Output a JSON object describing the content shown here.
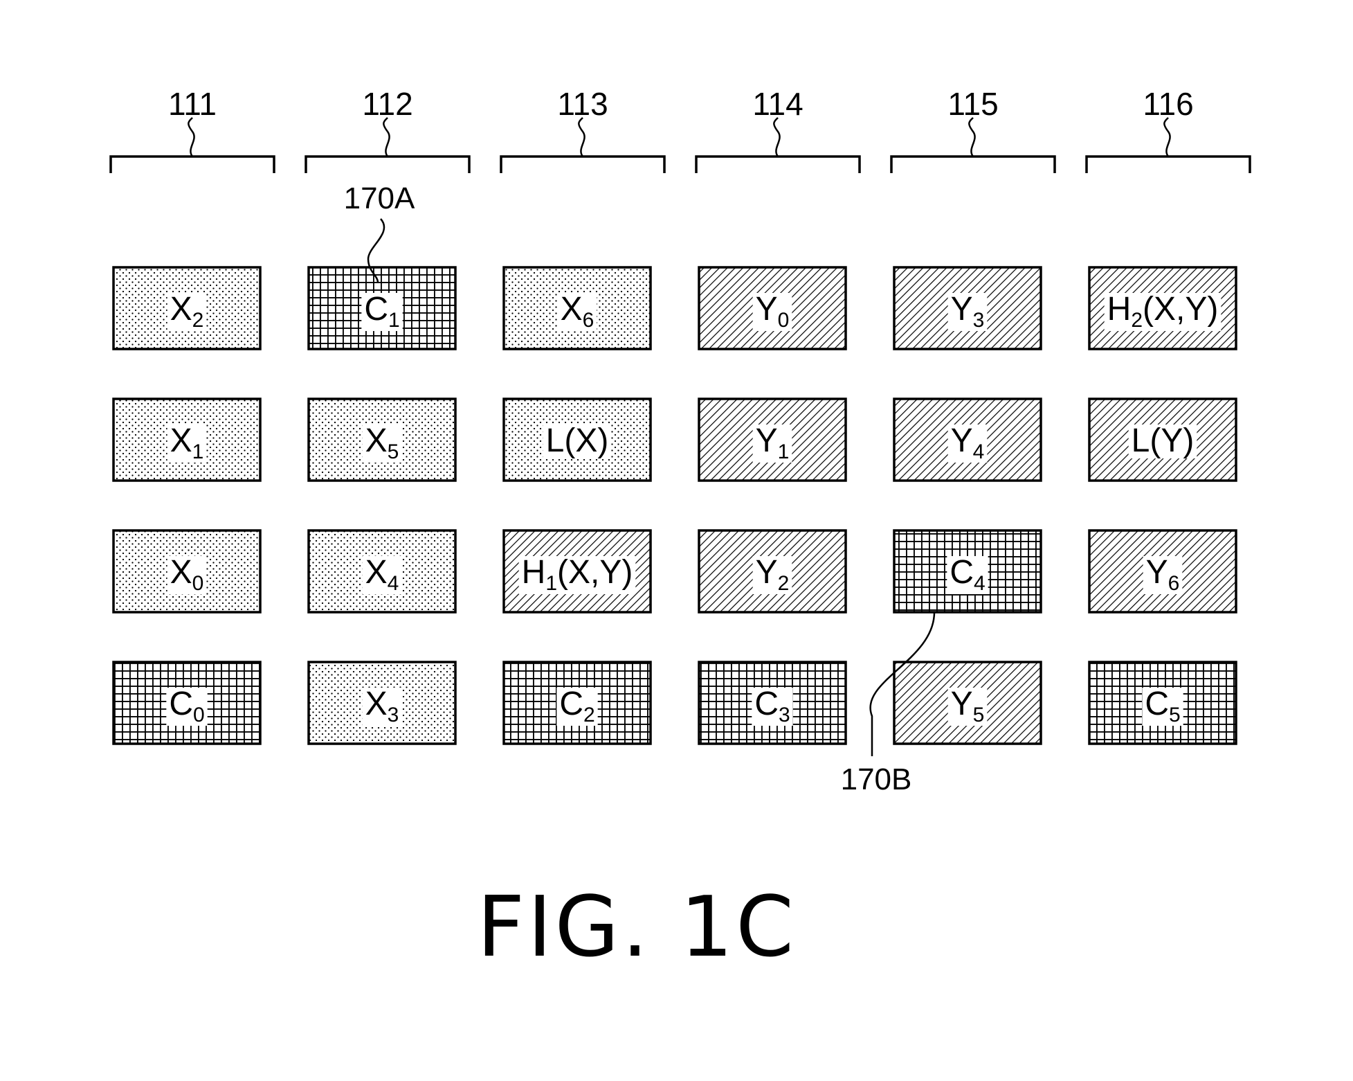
{
  "figure": {
    "caption": "FIG. 1C",
    "drives": [
      {
        "label": "111",
        "column": 0
      },
      {
        "label": "112",
        "column": 1
      },
      {
        "label": "113",
        "column": 2
      },
      {
        "label": "114",
        "column": 3
      },
      {
        "label": "115",
        "column": 4
      },
      {
        "label": "116",
        "column": 5
      }
    ],
    "blocks": [
      {
        "id": "b-0-0",
        "column": 0,
        "row": 0,
        "base": "X",
        "sub": "2",
        "rest": "",
        "pattern": "dots"
      },
      {
        "id": "b-1-0",
        "column": 1,
        "row": 0,
        "base": "C",
        "sub": "1",
        "rest": "",
        "pattern": "grid"
      },
      {
        "id": "b-2-0",
        "column": 2,
        "row": 0,
        "base": "X",
        "sub": "6",
        "rest": "",
        "pattern": "dots"
      },
      {
        "id": "b-3-0",
        "column": 3,
        "row": 0,
        "base": "Y",
        "sub": "0",
        "rest": "",
        "pattern": "diag"
      },
      {
        "id": "b-4-0",
        "column": 4,
        "row": 0,
        "base": "Y",
        "sub": "3",
        "rest": "",
        "pattern": "diag"
      },
      {
        "id": "b-5-0",
        "column": 5,
        "row": 0,
        "base": "H",
        "sub": "2",
        "rest": "(X,Y)",
        "pattern": "diag"
      },
      {
        "id": "b-0-1",
        "column": 0,
        "row": 1,
        "base": "X",
        "sub": "1",
        "rest": "",
        "pattern": "dots"
      },
      {
        "id": "b-1-1",
        "column": 1,
        "row": 1,
        "base": "X",
        "sub": "5",
        "rest": "",
        "pattern": "dots"
      },
      {
        "id": "b-2-1",
        "column": 2,
        "row": 1,
        "base": "L(X)",
        "sub": "",
        "rest": "",
        "pattern": "dots"
      },
      {
        "id": "b-3-1",
        "column": 3,
        "row": 1,
        "base": "Y",
        "sub": "1",
        "rest": "",
        "pattern": "diag"
      },
      {
        "id": "b-4-1",
        "column": 4,
        "row": 1,
        "base": "Y",
        "sub": "4",
        "rest": "",
        "pattern": "diag"
      },
      {
        "id": "b-5-1",
        "column": 5,
        "row": 1,
        "base": "L(Y)",
        "sub": "",
        "rest": "",
        "pattern": "diag"
      },
      {
        "id": "b-0-2",
        "column": 0,
        "row": 2,
        "base": "X",
        "sub": "0",
        "rest": "",
        "pattern": "dots"
      },
      {
        "id": "b-1-2",
        "column": 1,
        "row": 2,
        "base": "X",
        "sub": "4",
        "rest": "",
        "pattern": "dots"
      },
      {
        "id": "b-2-2",
        "column": 2,
        "row": 2,
        "base": "H",
        "sub": "1",
        "rest": "(X,Y)",
        "pattern": "diag"
      },
      {
        "id": "b-3-2",
        "column": 3,
        "row": 2,
        "base": "Y",
        "sub": "2",
        "rest": "",
        "pattern": "diag"
      },
      {
        "id": "b-4-2",
        "column": 4,
        "row": 2,
        "base": "C",
        "sub": "4",
        "rest": "",
        "pattern": "grid"
      },
      {
        "id": "b-5-2",
        "column": 5,
        "row": 2,
        "base": "Y",
        "sub": "6",
        "rest": "",
        "pattern": "diag"
      },
      {
        "id": "b-0-3",
        "column": 0,
        "row": 3,
        "base": "C",
        "sub": "0",
        "rest": "",
        "pattern": "grid"
      },
      {
        "id": "b-1-3",
        "column": 1,
        "row": 3,
        "base": "X",
        "sub": "3",
        "rest": "",
        "pattern": "dots"
      },
      {
        "id": "b-2-3",
        "column": 2,
        "row": 3,
        "base": "C",
        "sub": "2",
        "rest": "",
        "pattern": "grid"
      },
      {
        "id": "b-3-3",
        "column": 3,
        "row": 3,
        "base": "C",
        "sub": "3",
        "rest": "",
        "pattern": "grid"
      },
      {
        "id": "b-4-3",
        "column": 4,
        "row": 3,
        "base": "Y",
        "sub": "5",
        "rest": "",
        "pattern": "diag"
      },
      {
        "id": "b-5-3",
        "column": 5,
        "row": 3,
        "base": "C",
        "sub": "5",
        "rest": "",
        "pattern": "grid"
      }
    ],
    "callouts": [
      {
        "id": "170A",
        "label": "170A",
        "target_block": "b-1-0"
      },
      {
        "id": "170B",
        "label": "170B",
        "target_block": "b-4-2"
      }
    ]
  }
}
